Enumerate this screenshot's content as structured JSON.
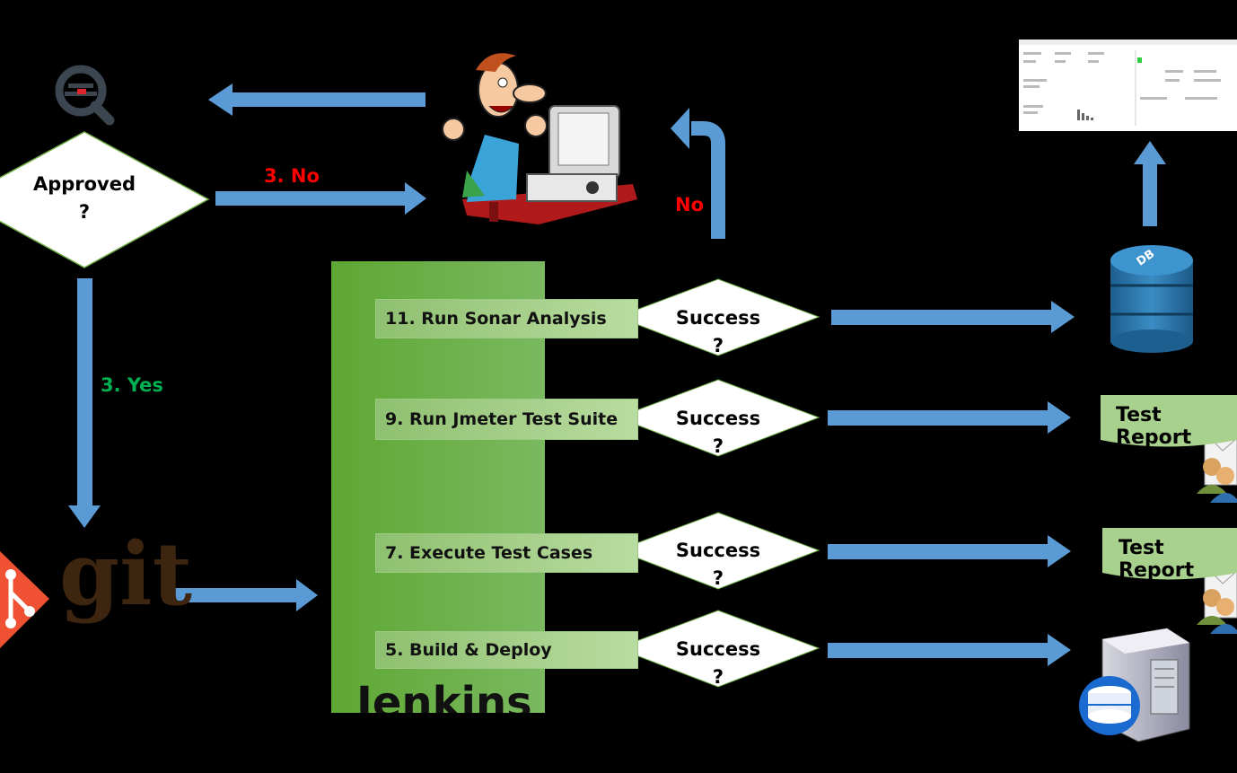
{
  "decision": {
    "line1": "Approved",
    "line2": "?"
  },
  "branches": {
    "no": "3. No",
    "yes": "3. Yes",
    "fail": "No"
  },
  "no_color": "#ff0000",
  "yes_color": "#00b050",
  "arrow_color": "#5b9bd5",
  "jenkins": {
    "label": "Jenkins",
    "color": "#6aaf45"
  },
  "steps": [
    {
      "label": "11. Run Sonar Analysis"
    },
    {
      "label": "9. Run Jmeter Test Suite"
    },
    {
      "label": "7. Execute Test Cases"
    },
    {
      "label": "5. Build & Deploy"
    }
  ],
  "success": {
    "line1": "Success",
    "line2": "?"
  },
  "reports": [
    {
      "label": "Test Report"
    },
    {
      "label": "Test Report"
    }
  ],
  "git": {
    "label": "git",
    "color": "#f05133"
  },
  "db": {
    "label": "DB",
    "color": "#2f7eb5"
  },
  "icons": [
    "sonarqube-icon",
    "developer-cartoon",
    "git-logo",
    "database-icon",
    "dashboard-screenshot",
    "email-users-icon",
    "server-icon"
  ]
}
